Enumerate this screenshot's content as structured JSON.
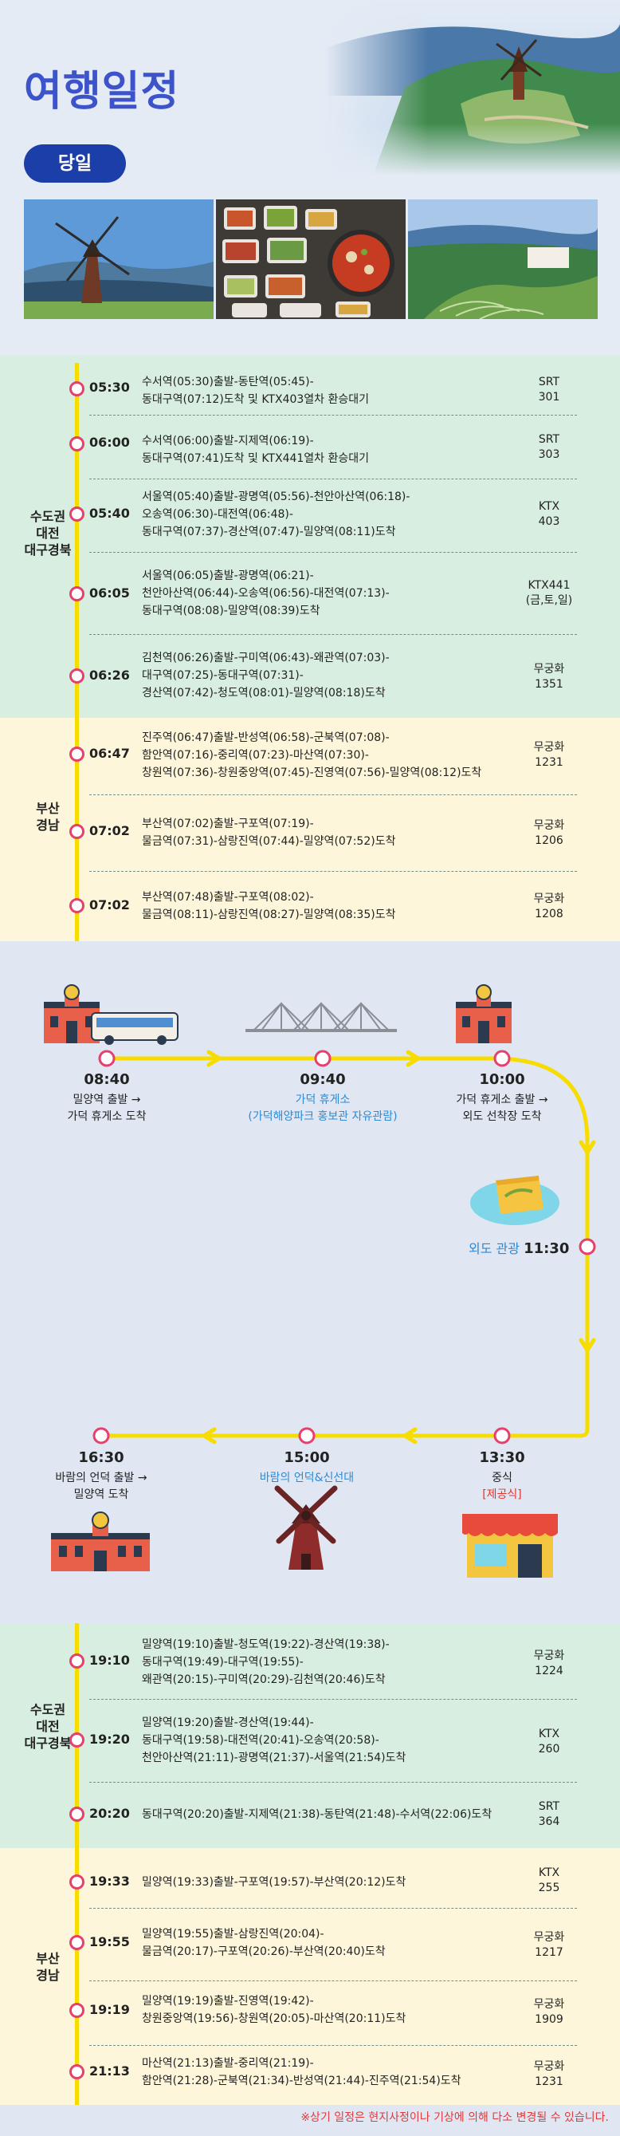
{
  "header": {
    "title": "여행일정",
    "day_badge": "당일"
  },
  "outbound": {
    "regions": [
      {
        "label": "수도권\n대전\n대구경북"
      },
      {
        "label": "부산\n경남"
      }
    ],
    "rows": [
      {
        "time": "05:30",
        "route": [
          "수서역(05:30)출발-동탄역(05:45)-",
          "동대구역(07:12)도착 및 KTX403열차 환승대기"
        ],
        "train": [
          "SRT",
          "301"
        ]
      },
      {
        "time": "06:00",
        "route": [
          "수서역(06:00)출발-지제역(06:19)-",
          "동대구역(07:41)도착 및 KTX441열차 환승대기"
        ],
        "train": [
          "SRT",
          "303"
        ]
      },
      {
        "time": "05:40",
        "route": [
          "서울역(05:40)출발-광명역(05:56)-천안아산역(06:18)-",
          "오송역(06:30)-대전역(06:48)-",
          "동대구역(07:37)-경산역(07:47)-밀양역(08:11)도착"
        ],
        "train": [
          "KTX",
          "403"
        ]
      },
      {
        "time": "06:05",
        "route": [
          "서울역(06:05)출발-광명역(06:21)-",
          "천안아산역(06:44)-오송역(06:56)-대전역(07:13)-",
          "동대구역(08:08)-밀양역(08:39)도착"
        ],
        "train": [
          "KTX441",
          "(금,토,일)"
        ]
      },
      {
        "time": "06:26",
        "route": [
          "김천역(06:26)출발-구미역(06:43)-왜관역(07:03)-",
          "대구역(07:25)-동대구역(07:31)-",
          "경산역(07:42)-청도역(08:01)-밀양역(08:18)도착"
        ],
        "train": [
          "무궁화",
          "1351"
        ]
      },
      {
        "time": "06:47",
        "route": [
          "진주역(06:47)출발-반성역(06:58)-군북역(07:08)-",
          "함안역(07:16)-중리역(07:23)-마산역(07:30)-",
          "창원역(07:36)-창원중앙역(07:45)-진영역(07:56)-밀양역(08:12)도착"
        ],
        "train": [
          "무궁화",
          "1231"
        ]
      },
      {
        "time": "07:02",
        "route": [
          "부산역(07:02)출발-구포역(07:19)-",
          "물금역(07:31)-삼랑진역(07:44)-밀양역(07:52)도착"
        ],
        "train": [
          "무궁화",
          "1206"
        ]
      },
      {
        "time": "07:02",
        "route": [
          "부산역(07:48)출발-구포역(08:02)-",
          "물금역(08:11)-삼랑진역(08:27)-밀양역(08:35)도착"
        ],
        "train": [
          "무궁화",
          "1208"
        ]
      }
    ]
  },
  "map": {
    "stops": [
      {
        "time": "08:40",
        "text": [
          "밀양역 출발 →",
          "가덕 휴게소 도착"
        ]
      },
      {
        "time": "09:40",
        "text": [
          "가덕 휴게소",
          "(가덕해양파크 홍보관 자유관람)"
        ]
      },
      {
        "time": "10:00",
        "text": [
          "가덕 휴게소 출발 →",
          "외도 선착장 도착"
        ]
      },
      {
        "label": "외도 관광",
        "time": "11:30"
      },
      {
        "time": "13:30",
        "text": [
          "중식"
        ],
        "note": "[제공식]"
      },
      {
        "time": "15:00",
        "text": [
          "바람의 언덕&신선대"
        ]
      },
      {
        "time": "16:30",
        "text": [
          "바람의 언덕 출발 →",
          "밀양역 도착"
        ]
      }
    ]
  },
  "return": {
    "regions": [
      {
        "label": "수도권\n대전\n대구경북"
      },
      {
        "label": "부산\n경남"
      }
    ],
    "rows": [
      {
        "time": "19:10",
        "route": [
          "밀양역(19:10)출발-청도역(19:22)-경산역(19:38)-",
          "동대구역(19:49)-대구역(19:55)-",
          "왜관역(20:15)-구미역(20:29)-김천역(20:46)도착"
        ],
        "train": [
          "무궁화",
          "1224"
        ]
      },
      {
        "time": "19:20",
        "route": [
          "밀양역(19:20)출발-경산역(19:44)-",
          "동대구역(19:58)-대전역(20:41)-오송역(20:58)-",
          "천안아산역(21:11)-광명역(21:37)-서울역(21:54)도착"
        ],
        "train": [
          "KTX",
          "260"
        ]
      },
      {
        "time": "20:20",
        "route": [
          "동대구역(20:20)출발-지제역(21:38)-동탄역(21:48)-수서역(22:06)도착"
        ],
        "train": [
          "SRT",
          "364"
        ]
      },
      {
        "time": "19:33",
        "route": [
          "밀양역(19:33)출발-구포역(19:57)-부산역(20:12)도착"
        ],
        "train": [
          "KTX",
          "255"
        ]
      },
      {
        "time": "19:55",
        "route": [
          "밀양역(19:55)출발-삼랑진역(20:04)-",
          "물금역(20:17)-구포역(20:26)-부산역(20:40)도착"
        ],
        "train": [
          "무궁화",
          "1217"
        ]
      },
      {
        "time": "19:19",
        "route": [
          "밀양역(19:19)출발-진영역(19:42)-",
          "창원중앙역(19:56)-창원역(20:05)-마산역(20:11)도착"
        ],
        "train": [
          "무궁화",
          "1909"
        ]
      },
      {
        "time": "21:13",
        "route": [
          "마산역(21:13)출발-중리역(21:19)-",
          "함안역(21:28)-군북역(21:34)-반성역(21:44)-진주역(21:54)도착"
        ],
        "train": [
          "무궁화",
          "1231"
        ]
      }
    ]
  },
  "footnote": "※상기 일정은 현지사정이나 기상에 의해 다소 변경될 수 있습니다.",
  "colors": {
    "accent": "#f7dc00",
    "dot": "#e6406d",
    "title": "#3c53c9",
    "badge": "#1c3ea9",
    "link": "#2c8ad6",
    "note": "#e4332d"
  }
}
